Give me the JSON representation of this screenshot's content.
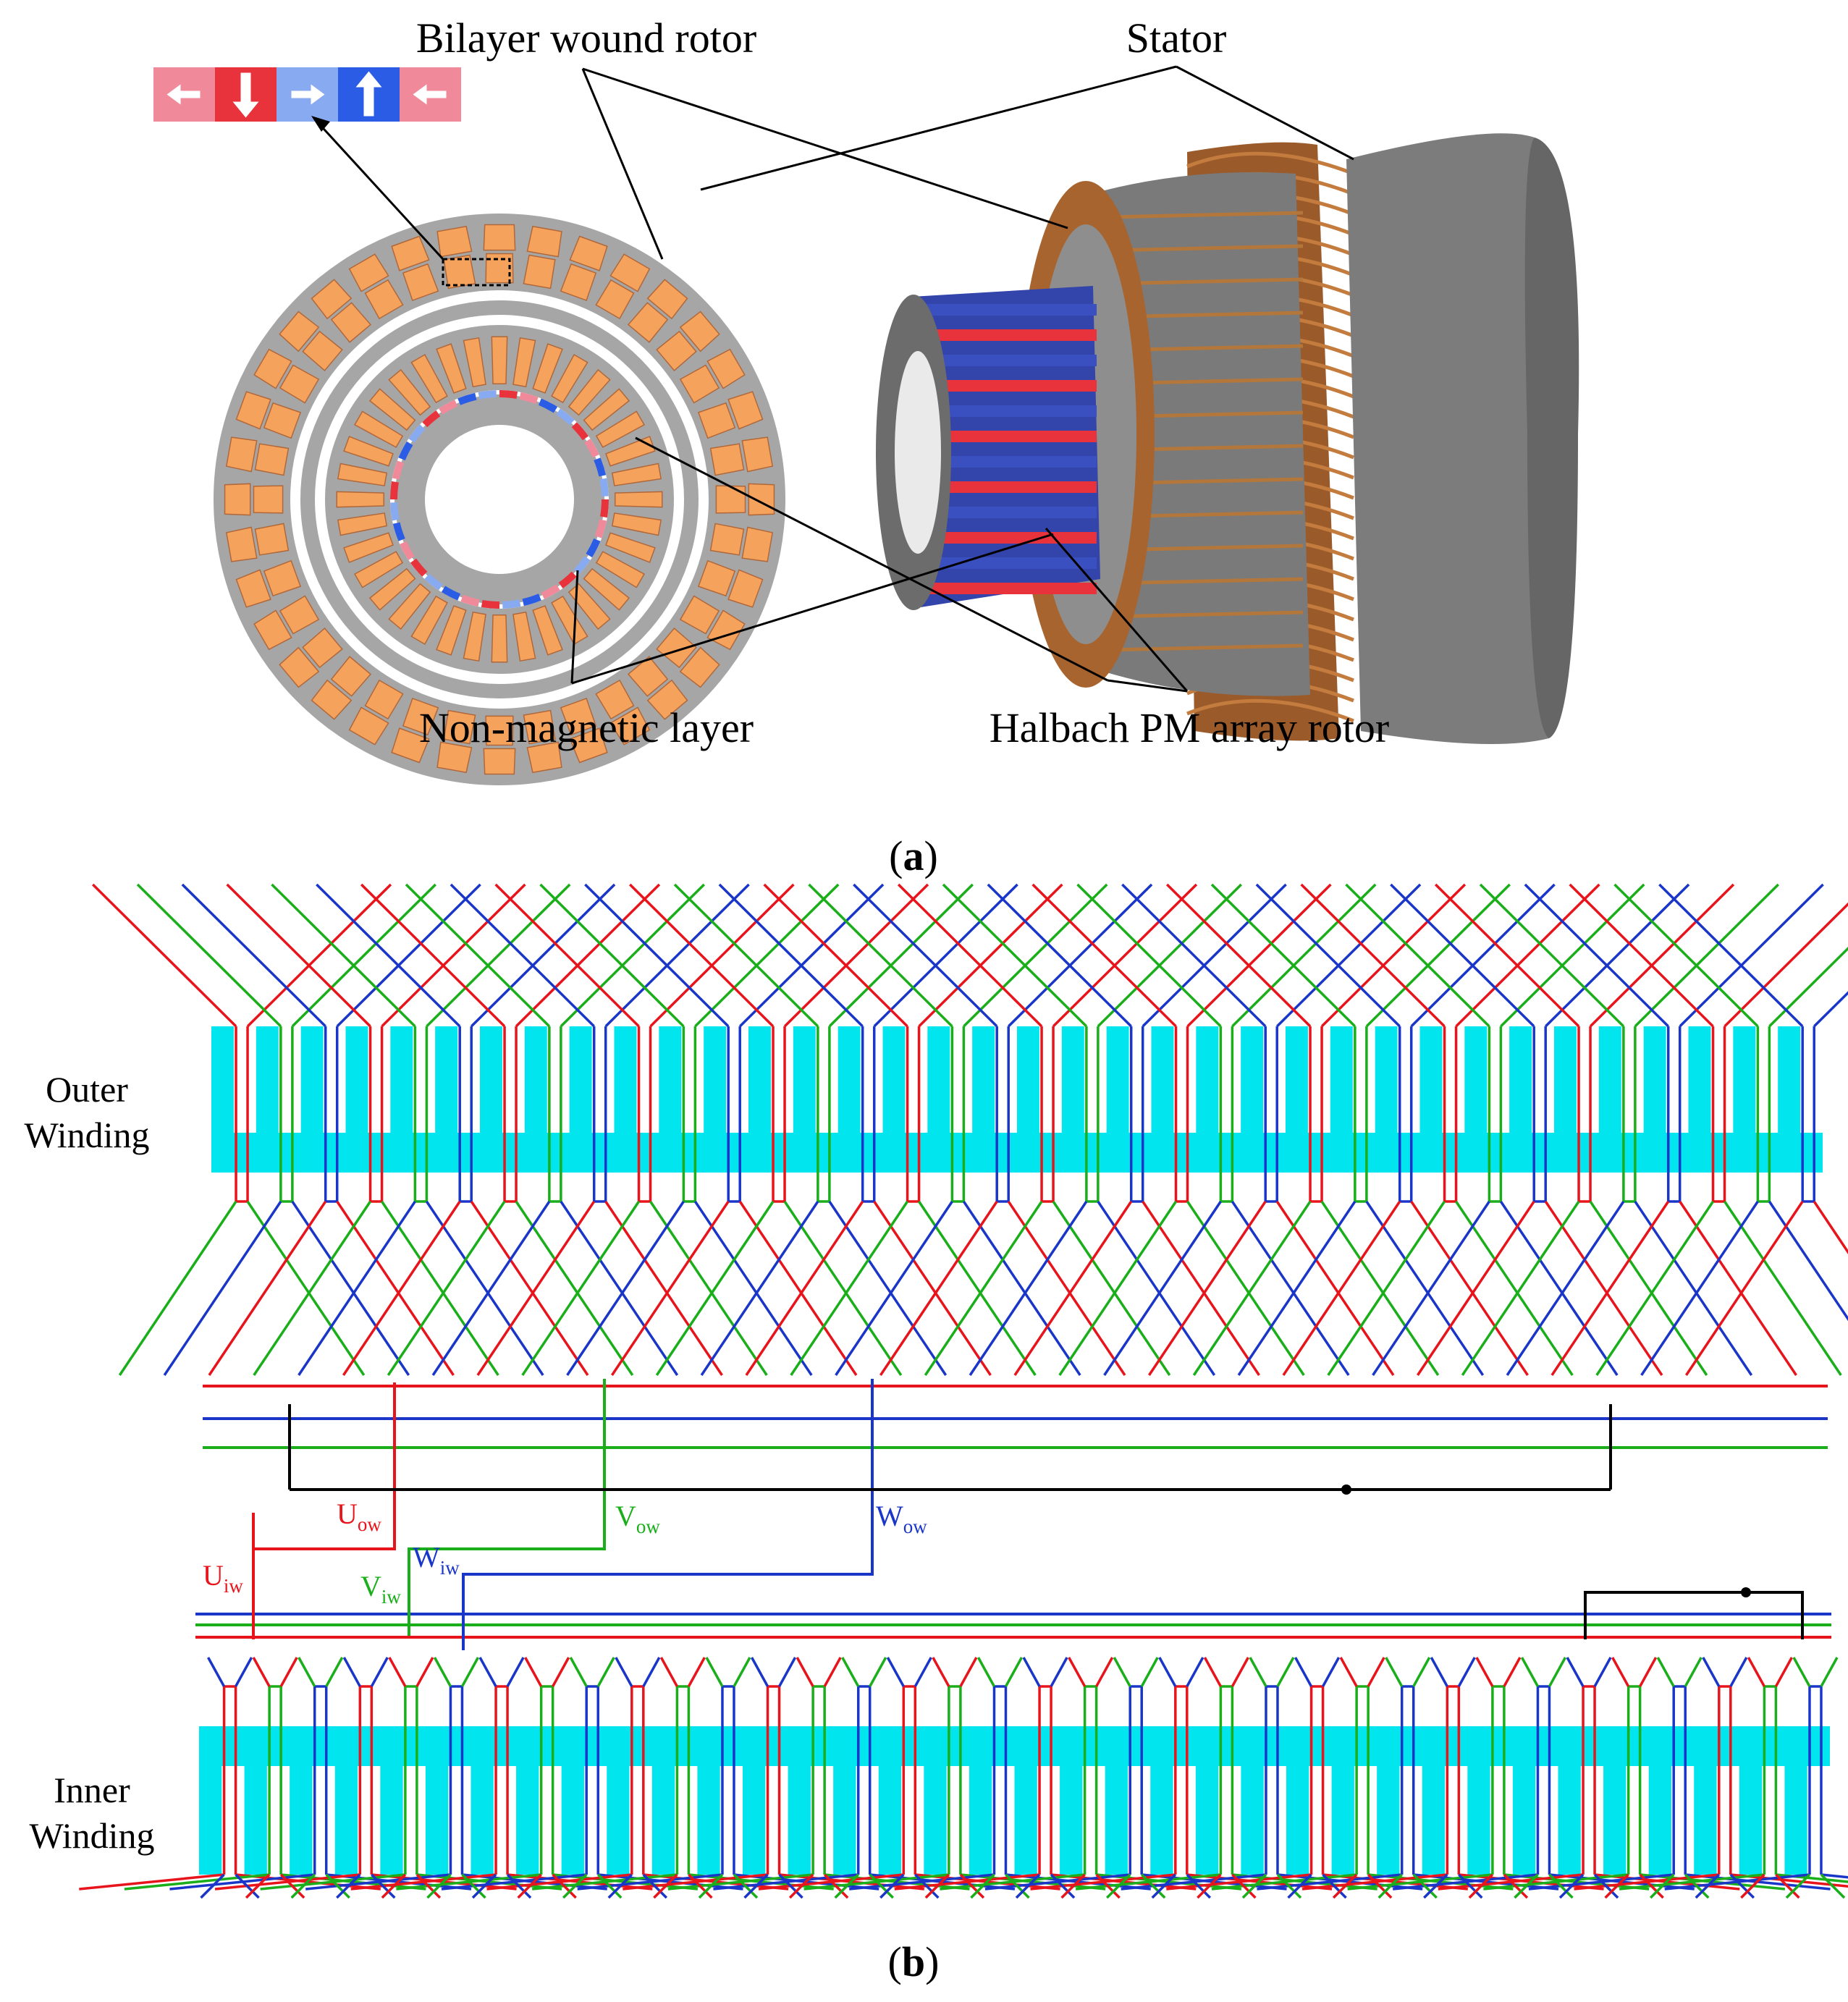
{
  "panel_a": {
    "labels": {
      "bilayer_rotor": "Bilayer wound rotor",
      "stator": "Stator",
      "non_magnetic": "Non-magnetic layer",
      "halbach": "Halbach PM array rotor"
    },
    "caption_open": "(",
    "caption_letter": "a",
    "caption_close": ")",
    "arrow_strip": [
      "left",
      "down",
      "right",
      "up",
      "left"
    ]
  },
  "panel_b": {
    "outer_label_line1": "Outer",
    "outer_label_line2": "Winding",
    "inner_label_line1": "Inner",
    "inner_label_line2": "Winding",
    "caption_open": "(",
    "caption_letter": "b",
    "caption_close": ")",
    "phases": {
      "u_ow": {
        "main": "U",
        "sub": "ow"
      },
      "v_ow": {
        "main": "V",
        "sub": "ow"
      },
      "w_ow": {
        "main": "W",
        "sub": "ow"
      },
      "u_iw": {
        "main": "U",
        "sub": "iw"
      },
      "v_iw": {
        "main": "V",
        "sub": "iw"
      },
      "w_iw": {
        "main": "W",
        "sub": "iw"
      }
    }
  },
  "colors": {
    "phase_u": "#e8141c",
    "phase_v": "#1aae1a",
    "phase_w": "#1a36c8",
    "core": "#00e5ee",
    "copper": "#f5a25d",
    "steel": "#a6a6a6",
    "pm_red": "#e8323c",
    "pm_blue": "#2b5ce6",
    "pm_pink": "#f08a9a",
    "pm_lightblue": "#88aaf0",
    "neutral": "#000000"
  }
}
